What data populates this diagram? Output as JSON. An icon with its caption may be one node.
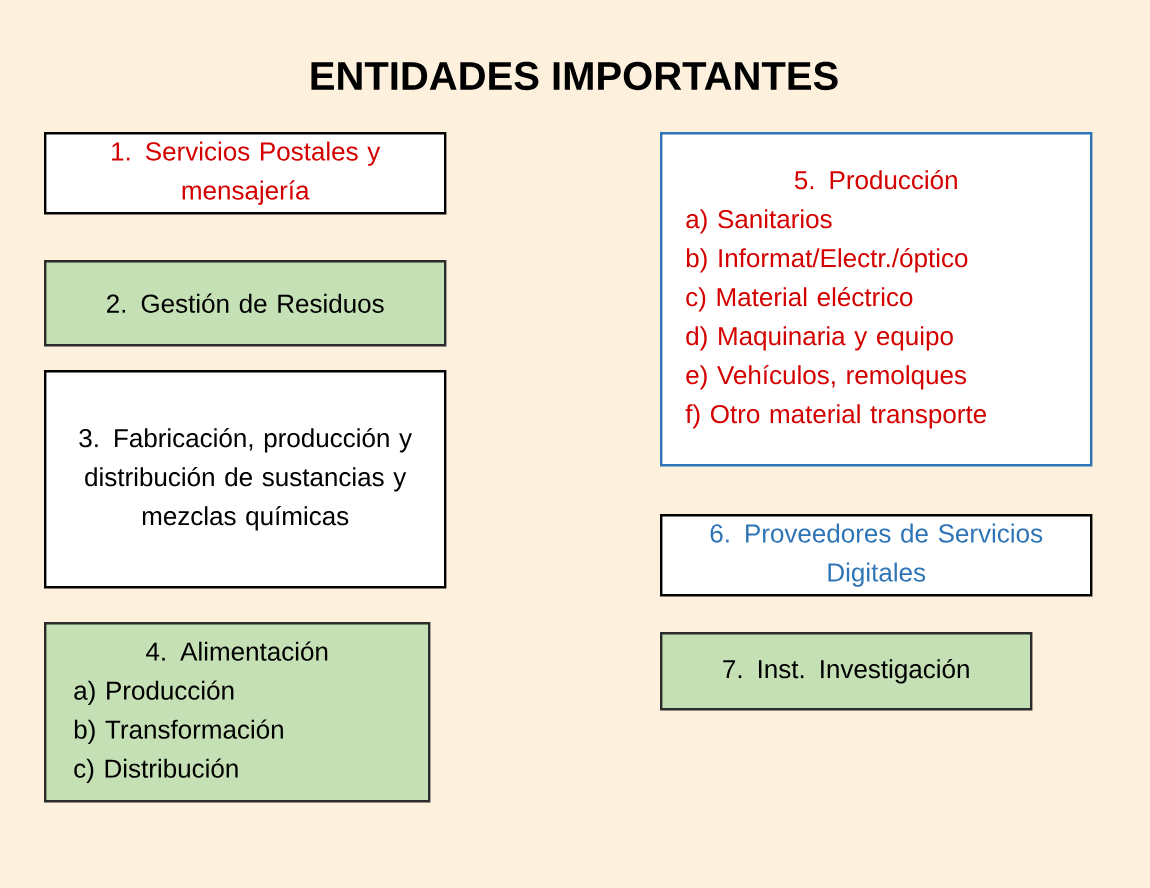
{
  "diagram": {
    "title": "ENTIDADES IMPORTANTES",
    "nodes": [
      {
        "text": [
          "1. Servicios Postales y mensajería"
        ]
      },
      {
        "text": [
          "2. Gestión de Residuos"
        ]
      },
      {
        "text": [
          "3. Fabricación, producción y distribución de sustancias y mezclas químicas"
        ]
      },
      {
        "text": [
          "4. Alimentación",
          "a)  Producción",
          "b)  Transformación",
          "c)  Distribución"
        ]
      },
      {
        "text": [
          "5. Producción",
          "a) Sanitarios",
          "b) Informat/Electr./óptico",
          "c) Material eléctrico",
          "d) Maquinaria y equipo",
          "e) Vehículos, remolques",
          "f) Otro material transporte"
        ]
      },
      {
        "text": [
          "6. Proveedores de Servicios Digitales"
        ]
      },
      {
        "text": [
          "7. Inst. Investigación"
        ]
      }
    ]
  }
}
